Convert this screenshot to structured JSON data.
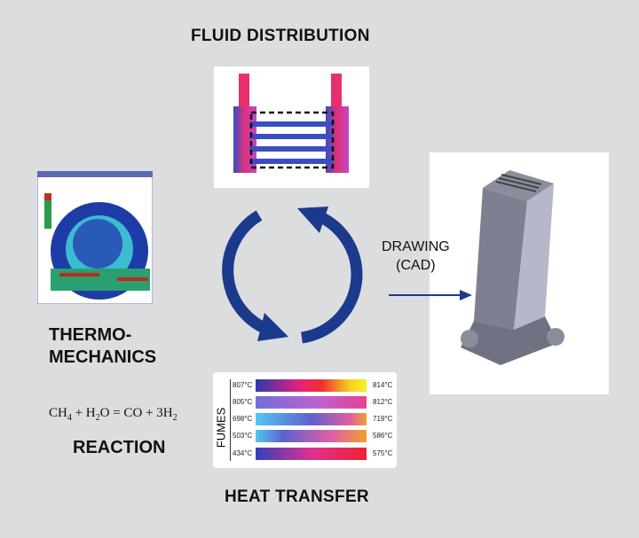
{
  "labels": {
    "fluid": "FLUID DISTRIBUTION",
    "thermo1": "THERMO-",
    "thermo2": "MECHANICS",
    "reaction": "REACTION",
    "heat": "HEAT TRANSFER",
    "drawing1": "DRAWING",
    "drawing2": "(CAD)"
  },
  "equation": {
    "a": "CH",
    "a_sub": "4",
    "b": " + H",
    "b_sub": "2",
    "c": "O = CO + 3H",
    "c_sub": "2"
  },
  "heat_panel": {
    "axis": "FUMES",
    "rows": [
      {
        "left": "807°C",
        "right": "814°C"
      },
      {
        "left": "805°C",
        "right": "812°C"
      },
      {
        "left": "698°C",
        "right": "719°C"
      },
      {
        "left": "503°C",
        "right": "586°C"
      },
      {
        "left": "434°C",
        "right": "575°C"
      }
    ]
  },
  "colors": {
    "arrow": "#1c3a8c",
    "background": "#dcdddf"
  }
}
